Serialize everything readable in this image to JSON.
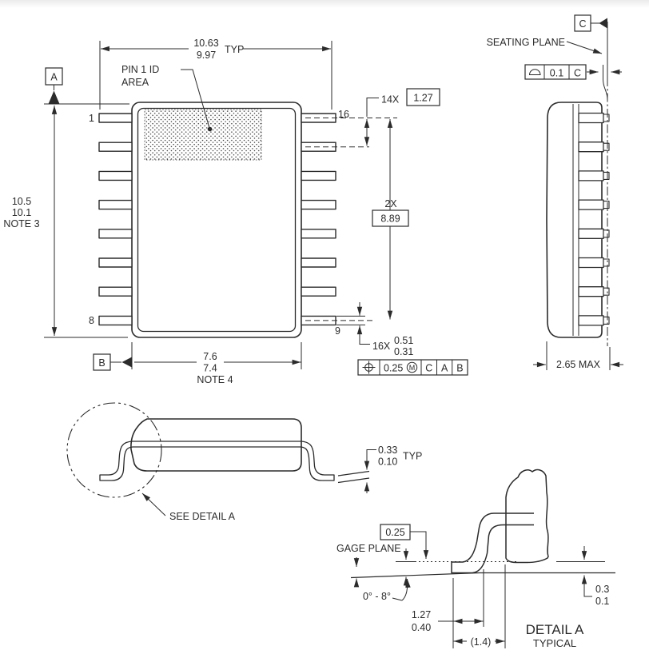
{
  "colors": {
    "ink": "#2b2b2b",
    "background": "#ffffff"
  },
  "top_view": {
    "datum_a": "A",
    "datum_b": "B",
    "pin1_id_label_line1": "PIN 1 ID",
    "pin1_id_label_line2": "AREA",
    "pin_numbers": {
      "first_left": "1",
      "last_left": "8",
      "first_right": "16",
      "last_right": "9"
    },
    "dim_overall_width": {
      "max": "10.63",
      "min": "9.97",
      "qualifier": "TYP"
    },
    "dim_overall_length": {
      "max": "10.5",
      "min": "10.1",
      "note": "NOTE 3"
    },
    "dim_body_width": {
      "max": "7.6",
      "min": "7.4",
      "note": "NOTE 4"
    },
    "dim_pitch": {
      "count": "14X",
      "value": "1.27"
    },
    "dim_pin_span": {
      "count": "2X",
      "value": "8.89"
    },
    "dim_lead_width": {
      "count": "16X",
      "max": "0.51",
      "min": "0.31"
    },
    "fcf_position": {
      "tolerance": "0.25",
      "modifier": "M",
      "datum_1": "C",
      "datum_2": "A",
      "datum_3": "B"
    }
  },
  "side_view": {
    "datum_c": "C",
    "seating_plane_label": "SEATING PLANE",
    "fcf_profile": {
      "tolerance": "0.1",
      "datum": "C"
    },
    "dim_height": "2.65 MAX"
  },
  "front_view": {
    "see_detail_label": "SEE DETAIL A",
    "dim_lead_thickness": {
      "max": "0.33",
      "min": "0.10",
      "qualifier": "TYP"
    }
  },
  "detail_a": {
    "dim_gage_offset": "0.25",
    "gage_plane_label": "GAGE PLANE",
    "lead_angle": "0° - 8°",
    "dim_foot_length": {
      "max": "1.27",
      "min": "0.40"
    },
    "dim_lead_ref": "(1.4)",
    "dim_standoff": {
      "max": "0.3",
      "min": "0.1"
    },
    "title": "DETAIL A",
    "subtitle": "TYPICAL"
  }
}
